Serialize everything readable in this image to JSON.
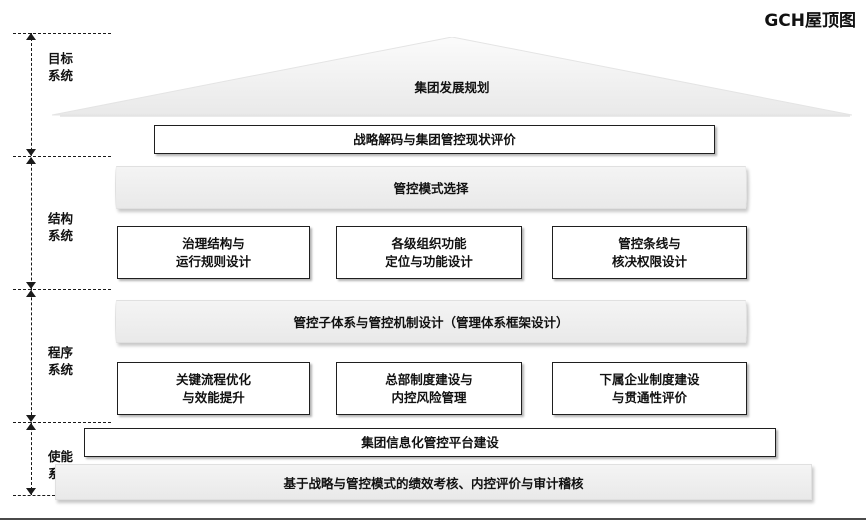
{
  "title": "GCH屋顶图",
  "axis": {
    "name": "system-layer-axis",
    "layers": [
      {
        "id": "goal",
        "label_line1": "目标",
        "label_line2": "系统"
      },
      {
        "id": "structure",
        "label_line1": "结构",
        "label_line2": "系统"
      },
      {
        "id": "process",
        "label_line1": "程序",
        "label_line2": "系统"
      },
      {
        "id": "enable",
        "label_line1": "使能",
        "label_line2": "系统"
      }
    ]
  },
  "roof": {
    "label": "集团发展规划"
  },
  "goal_layer": {
    "strategy_box": "战略解码与集团管控现状评价"
  },
  "structure_layer": {
    "banner": "管控模式选择",
    "boxes": [
      {
        "line1": "治理结构与",
        "line2": "运行规则设计"
      },
      {
        "line1": "各级组织功能",
        "line2": "定位与功能设计"
      },
      {
        "line1": "管控条线与",
        "line2": "核决权限设计"
      }
    ]
  },
  "process_layer": {
    "banner": "管控子体系与管控机制设计（管理体系框架设计）",
    "boxes": [
      {
        "line1": "关键流程优化",
        "line2": "与效能提升"
      },
      {
        "line1": "总部制度建设与",
        "line2": "内控风险管理"
      },
      {
        "line1": "下属企业制度建设",
        "line2": "与贯通性评价"
      }
    ]
  },
  "enable_layer": {
    "platform_box": "集团信息化管控平台建设",
    "base_banner": "基于战略与管控模式的绩效考核、内控评价与审计稽核"
  },
  "colors": {
    "ink": "#111111",
    "box_border": "#1f1f1f",
    "banner_fill": "#eeeeee",
    "roof_fill": "#efefef",
    "axis": "#1a1a1a"
  }
}
